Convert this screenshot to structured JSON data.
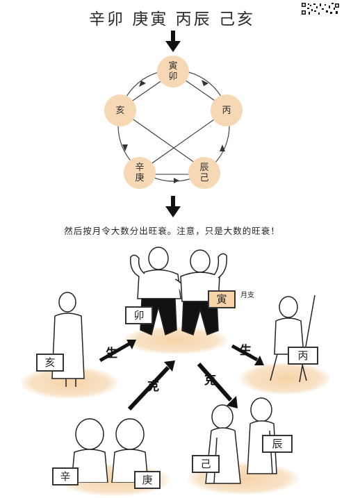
{
  "title": "辛卯 庚寅 丙辰 己亥",
  "cycle": {
    "nodes": [
      {
        "id": "top",
        "line1": "寅",
        "line2": "卯"
      },
      {
        "id": "right",
        "line1": "丙",
        "line2": ""
      },
      {
        "id": "bottom-right",
        "line1": "辰",
        "line2": "己"
      },
      {
        "id": "bottom-left",
        "line1": "辛",
        "line2": "庚"
      },
      {
        "id": "left",
        "line1": "亥",
        "line2": ""
      }
    ]
  },
  "caption": "然后按月令大数分出旺衰。注意，只是大数的旺衰！",
  "figures": {
    "mao": "卯",
    "yin": "寅",
    "yue_zhi": "月支",
    "hai": "亥",
    "bing": "丙",
    "xin": "辛",
    "geng": "庚",
    "ji": "己",
    "chen": "辰"
  },
  "relations": {
    "sheng_left": "生",
    "sheng_right": "生",
    "ke_left": "克",
    "ke_right": "克"
  },
  "colors": {
    "node_fill": "#f6d9b4",
    "highlight_box": "#f7d5a8",
    "arrow": "#111111"
  }
}
